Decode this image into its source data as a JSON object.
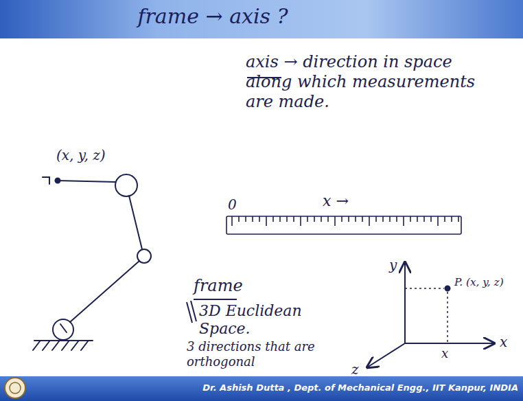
{
  "diagram": {
    "title": "frame → axis ?",
    "labels": [
      "axis → direction in space along which measurements are made.",
      "(x, y, z)",
      "0",
      "x →",
      "frame",
      "3D Euclidean Space.",
      "3 directions that are orthogonal",
      "y",
      "P. (x, y, z)",
      "x",
      "x",
      "z",
      "Dr. Ashish Dutta , Dept. of Mechanical Engg., IIT Kanpur, INDIA"
    ]
  }
}
